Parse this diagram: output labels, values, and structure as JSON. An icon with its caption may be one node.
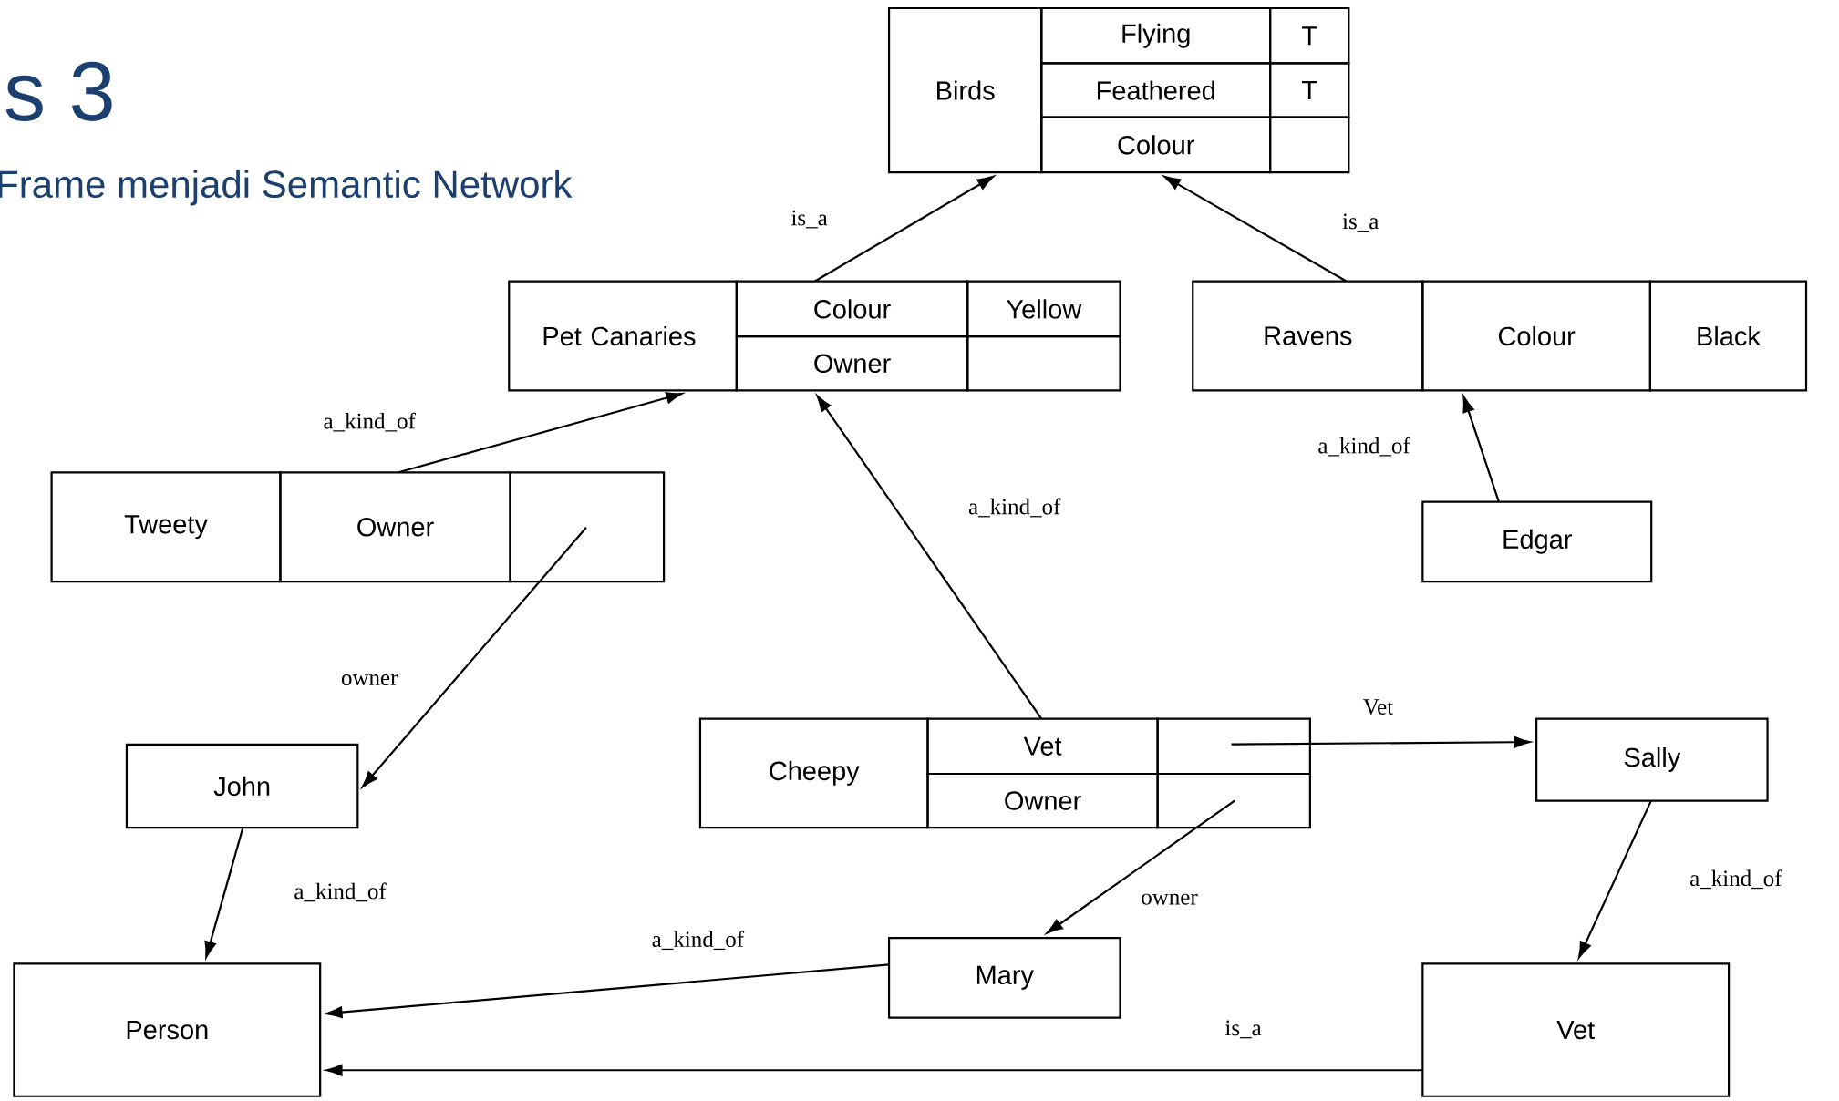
{
  "diagram": {
    "title": "s 3",
    "nodes": [
      {
        "text": [
          "Birds",
          "Flying",
          "T",
          "Feathered",
          "T",
          "Colour"
        ]
      },
      {
        "text": [
          "Pet Canaries",
          "Colour",
          "Yellow",
          "Owner"
        ]
      },
      {
        "text": [
          "Ravens",
          "Colour",
          "Black"
        ]
      },
      {
        "text": [
          "Tweety",
          "Owner"
        ]
      },
      {
        "text": [
          "Edgar"
        ]
      },
      {
        "text": [
          "John"
        ]
      },
      {
        "text": [
          "Cheepy",
          "Vet",
          "Owner"
        ]
      },
      {
        "text": [
          "Sally"
        ]
      },
      {
        "text": [
          "Mary"
        ]
      },
      {
        "text": [
          "Person"
        ]
      },
      {
        "text": [
          "Vet"
        ]
      }
    ],
    "edges": [
      {
        "from": 1,
        "to": 0,
        "arrow": "to",
        "label": "is_a"
      },
      {
        "from": 2,
        "to": 0,
        "arrow": "to",
        "label": "is_a"
      },
      {
        "from": 3,
        "to": 1,
        "arrow": "to",
        "label": "a_kind_of"
      },
      {
        "from": 4,
        "to": 2,
        "arrow": "to",
        "label": "a_kind_of"
      },
      {
        "from": 6,
        "to": 1,
        "arrow": "to",
        "label": "a_kind_of"
      },
      {
        "from": 3,
        "to": 5,
        "arrow": "to",
        "label": "owner"
      },
      {
        "from": 6,
        "to": 7,
        "arrow": "to",
        "label": "Vet"
      },
      {
        "from": 6,
        "to": 8,
        "arrow": "to",
        "label": "owner"
      },
      {
        "from": 5,
        "to": 9,
        "arrow": "to",
        "label": "a_kind_of"
      },
      {
        "from": 8,
        "to": 9,
        "arrow": "to",
        "label": "a_kind_of"
      },
      {
        "from": 7,
        "to": 10,
        "arrow": "to",
        "label": "a_kind_of"
      },
      {
        "from": 10,
        "to": 9,
        "arrow": "to",
        "label": "is_a"
      }
    ],
    "labels": [
      "Frame menjadi Semantic Network"
    ]
  }
}
